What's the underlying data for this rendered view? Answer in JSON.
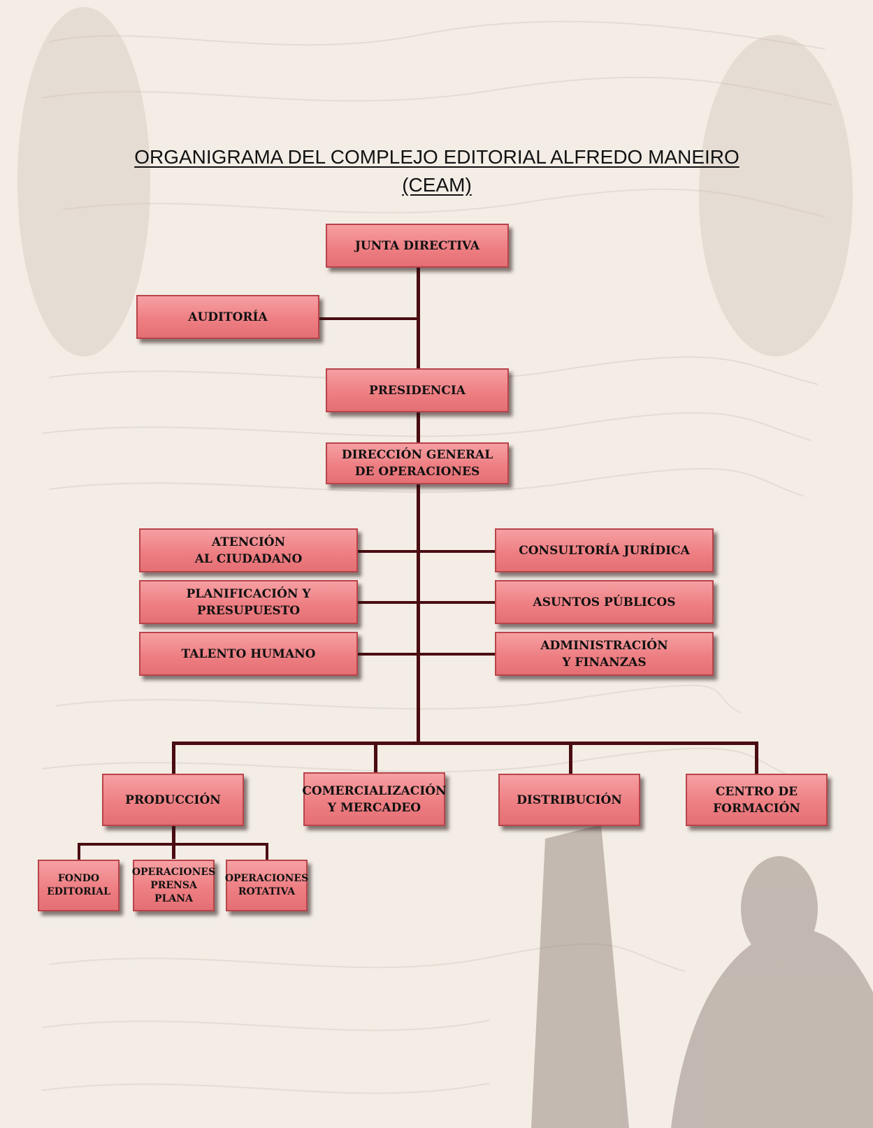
{
  "title": {
    "line1": "ORGANIGRAMA DEL COMPLEJO EDITORIAL ALFREDO MANEIRO",
    "line2": "(CEAM)"
  },
  "nodes": {
    "junta_directiva": "JUNTA DIRECTIVA",
    "auditoria": "AUDITORÍA",
    "presidencia": "PRESIDENCIA",
    "direccion_general": "DIRECCIÓN GENERAL\nDE OPERACIONES",
    "atencion_ciudadano": "ATENCIÓN\nAL CIUDADANO",
    "consultoria_juridica": "CONSULTORÍA JURÍDICA",
    "planificacion": "PLANIFICACIÓN Y\nPRESUPUESTO",
    "asuntos_publicos": "ASUNTOS PÚBLICOS",
    "talento_humano": "TALENTO HUMANO",
    "administracion": "ADMINISTRACIÓN\nY FINANZAS",
    "produccion": "PRODUCCIÓN",
    "comercializacion": "COMERCIALIZACIÓN\nY MERCADEO",
    "distribucion": "DISTRIBUCIÓN",
    "centro_formacion": "CENTRO DE\nFORMACIÓN",
    "fondo_editorial": "FONDO\nEDITORIAL",
    "operaciones_prensa_plana": "OPERACIONES\nPRENSA\nPLANA",
    "operaciones_rotativa": "OPERACIONES\nROTATIVA"
  },
  "colors": {
    "box_fill": "#ef8488",
    "box_border": "#b8444a",
    "connector": "#4a0d12",
    "background": "#f3ede6"
  }
}
